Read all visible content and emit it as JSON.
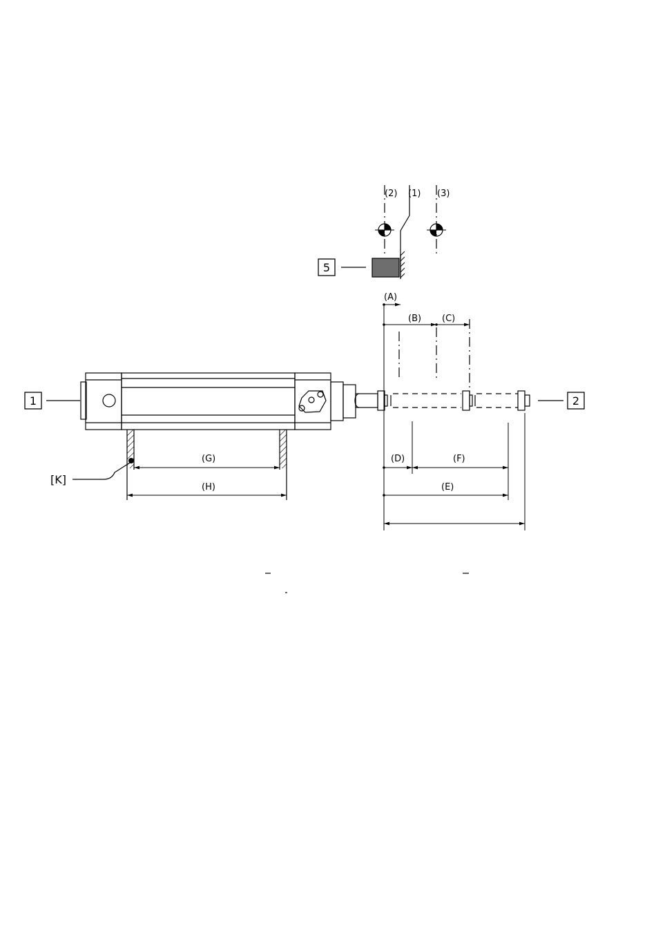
{
  "callouts": {
    "part1": "1",
    "part2": "2",
    "part5": "5",
    "k": "[K]"
  },
  "positions": {
    "p1": "(1)",
    "p2": "(2)",
    "p3": "(3)"
  },
  "dimensions": {
    "a": "(A)",
    "b": "(B)",
    "c": "(C)",
    "d": "(D)",
    "e": "(E)",
    "f": "(F)",
    "g": "(G)",
    "h": "(H)"
  },
  "colors": {
    "line": "#000000",
    "block_fill": "#6e6e6e"
  }
}
